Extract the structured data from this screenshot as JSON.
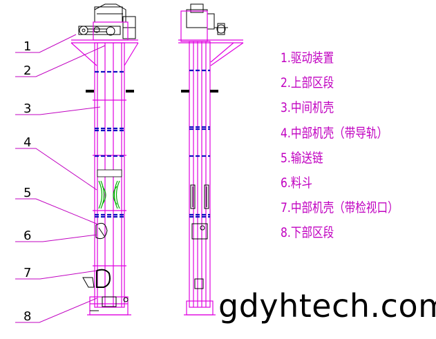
{
  "callouts": [
    {
      "num": "1",
      "label": "1.驱动装置"
    },
    {
      "num": "2",
      "label": "2.上部区段"
    },
    {
      "num": "3",
      "label": "3.中间机壳"
    },
    {
      "num": "4",
      "label": "4.中部机壳（带导轨）"
    },
    {
      "num": "5",
      "label": "5.输送链"
    },
    {
      "num": "6",
      "label": "6.料斗"
    },
    {
      "num": "7",
      "label": "7.中部机壳（带检视口）"
    },
    {
      "num": "8",
      "label": "8.下部区段"
    }
  ],
  "watermark": "gdyhtech.com",
  "colors": {
    "frame": "#e000e0",
    "legend_text": "#c000c0",
    "callout_line": "#c000c0",
    "joint": "#1010c0",
    "guide": "#00b000",
    "outline": "#000000"
  }
}
